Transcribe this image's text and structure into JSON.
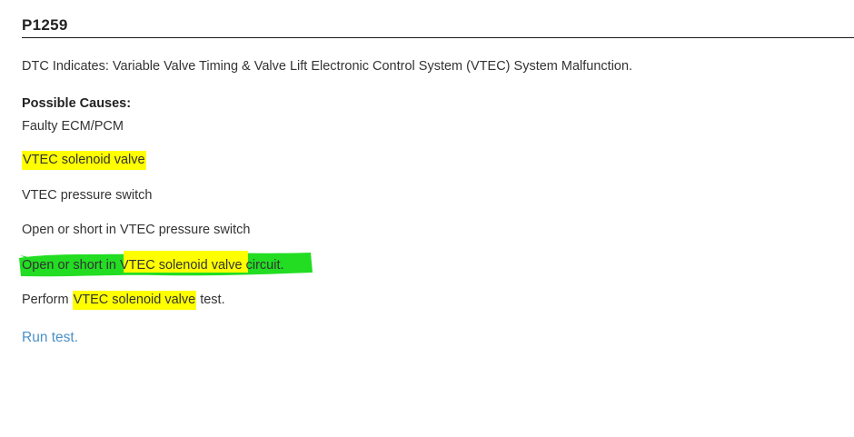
{
  "document": {
    "title": "P1259",
    "description": "DTC Indicates: Variable Valve Timing & Valve Lift Electronic Control System (VTEC) System Malfunction.",
    "causes_heading": "Possible Causes:",
    "causes": [
      {
        "text": "Faulty ECM/PCM",
        "highlight": "none"
      },
      {
        "text": "VTEC solenoid valve",
        "highlight": "yellow"
      },
      {
        "text": "VTEC pressure switch",
        "highlight": "none"
      },
      {
        "text": "Open or short in VTEC pressure switch",
        "highlight": "none"
      }
    ],
    "open_short_line": {
      "prefix": "Open or short in ",
      "highlighted": "VTEC solenoid valve",
      "suffix": " circuit.",
      "highlight_yellow": "yellow",
      "highlight_marker": "green"
    },
    "perform_line": {
      "prefix": "Perform ",
      "highlighted": "VTEC solenoid valve",
      "suffix": " test.",
      "highlight": "yellow"
    },
    "run_test_link": "Run test."
  },
  "colors": {
    "highlight_yellow": "#ffff00",
    "highlight_green": "#22dd22",
    "link_blue": "#4a90c8",
    "text": "#333333",
    "rule": "#1a1a1a"
  }
}
